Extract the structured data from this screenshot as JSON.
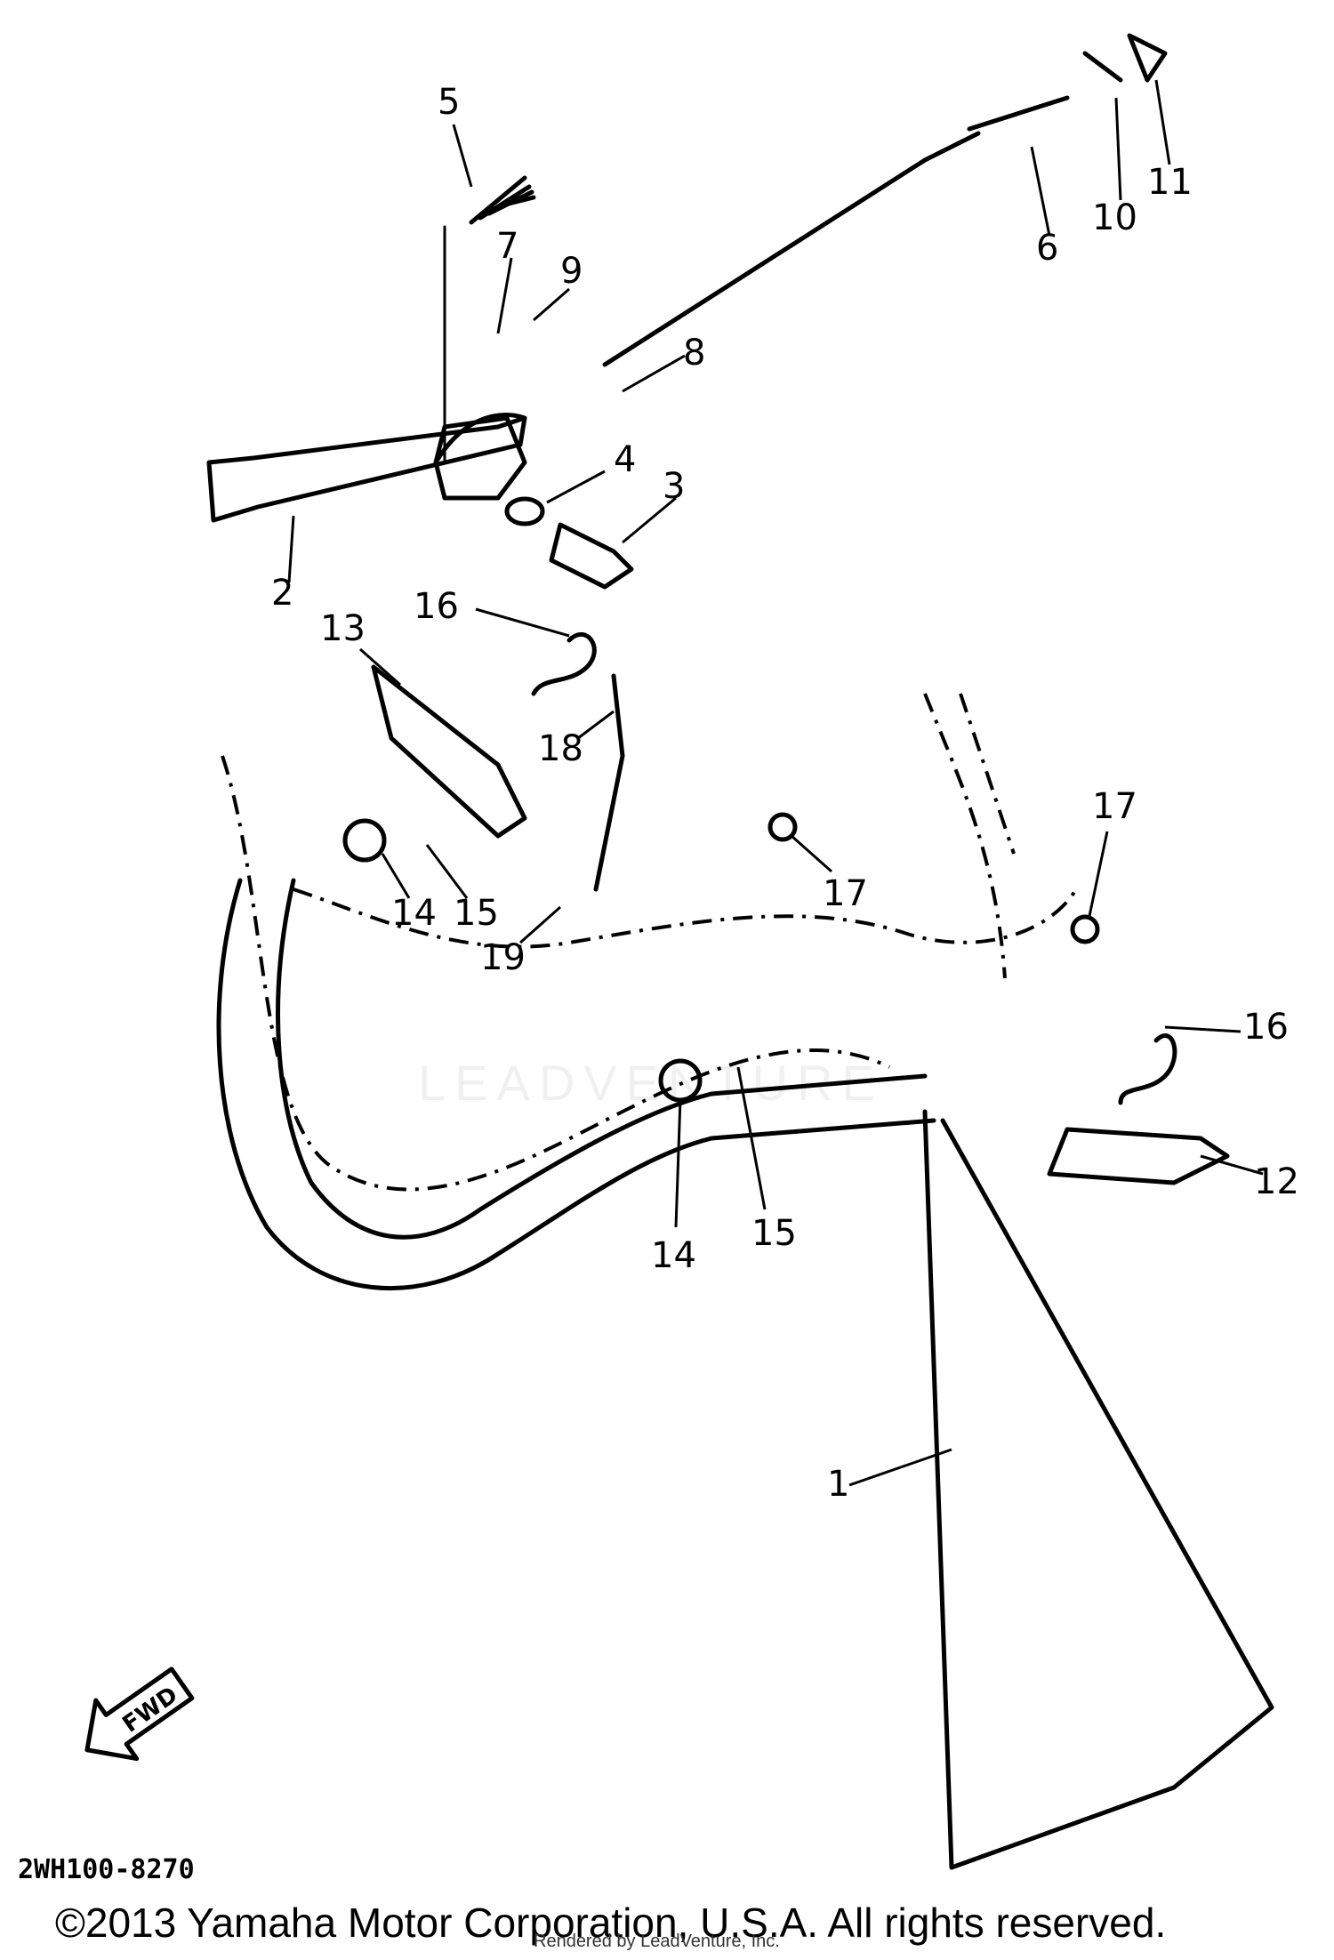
{
  "callouts": [
    "1",
    "2",
    "3",
    "4",
    "5",
    "6",
    "7",
    "8",
    "9",
    "10",
    "11",
    "12",
    "13",
    "14",
    "15",
    "16",
    "17",
    "18",
    "19"
  ],
  "direction_label": "FWD",
  "diagram_code": "2WH100-8270",
  "copyright": "©2013 Yamaha Motor Corporation, U.S.A. All rights reserved.",
  "rendered_by": "Rendered by LeadVenture, Inc.",
  "watermark": "LEADVENTURE"
}
